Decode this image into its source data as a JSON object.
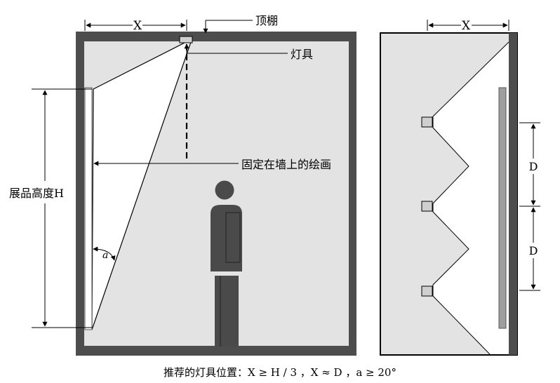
{
  "labels": {
    "x_left": "X",
    "x_right": "X",
    "ceiling": "顶棚",
    "luminaire": "灯具",
    "painting": "固定在墙上的绘画",
    "exhibit_height": "展品高度H",
    "angle": "a",
    "d_upper": "D",
    "d_lower": "D"
  },
  "caption": "推荐的灯具位置：X ≥ H / 3 ，X ≈ D ，a ≥ 20°",
  "colors": {
    "wall": "#4d4d4d",
    "room_fill": "#e3e3e3",
    "person": "#4a4a4a",
    "lamp_box": "#cfcfcf",
    "painting_strip": "#9e9e9e"
  },
  "icons": [
    "person-figure",
    "luminaire-box",
    "dimension-arrow"
  ]
}
